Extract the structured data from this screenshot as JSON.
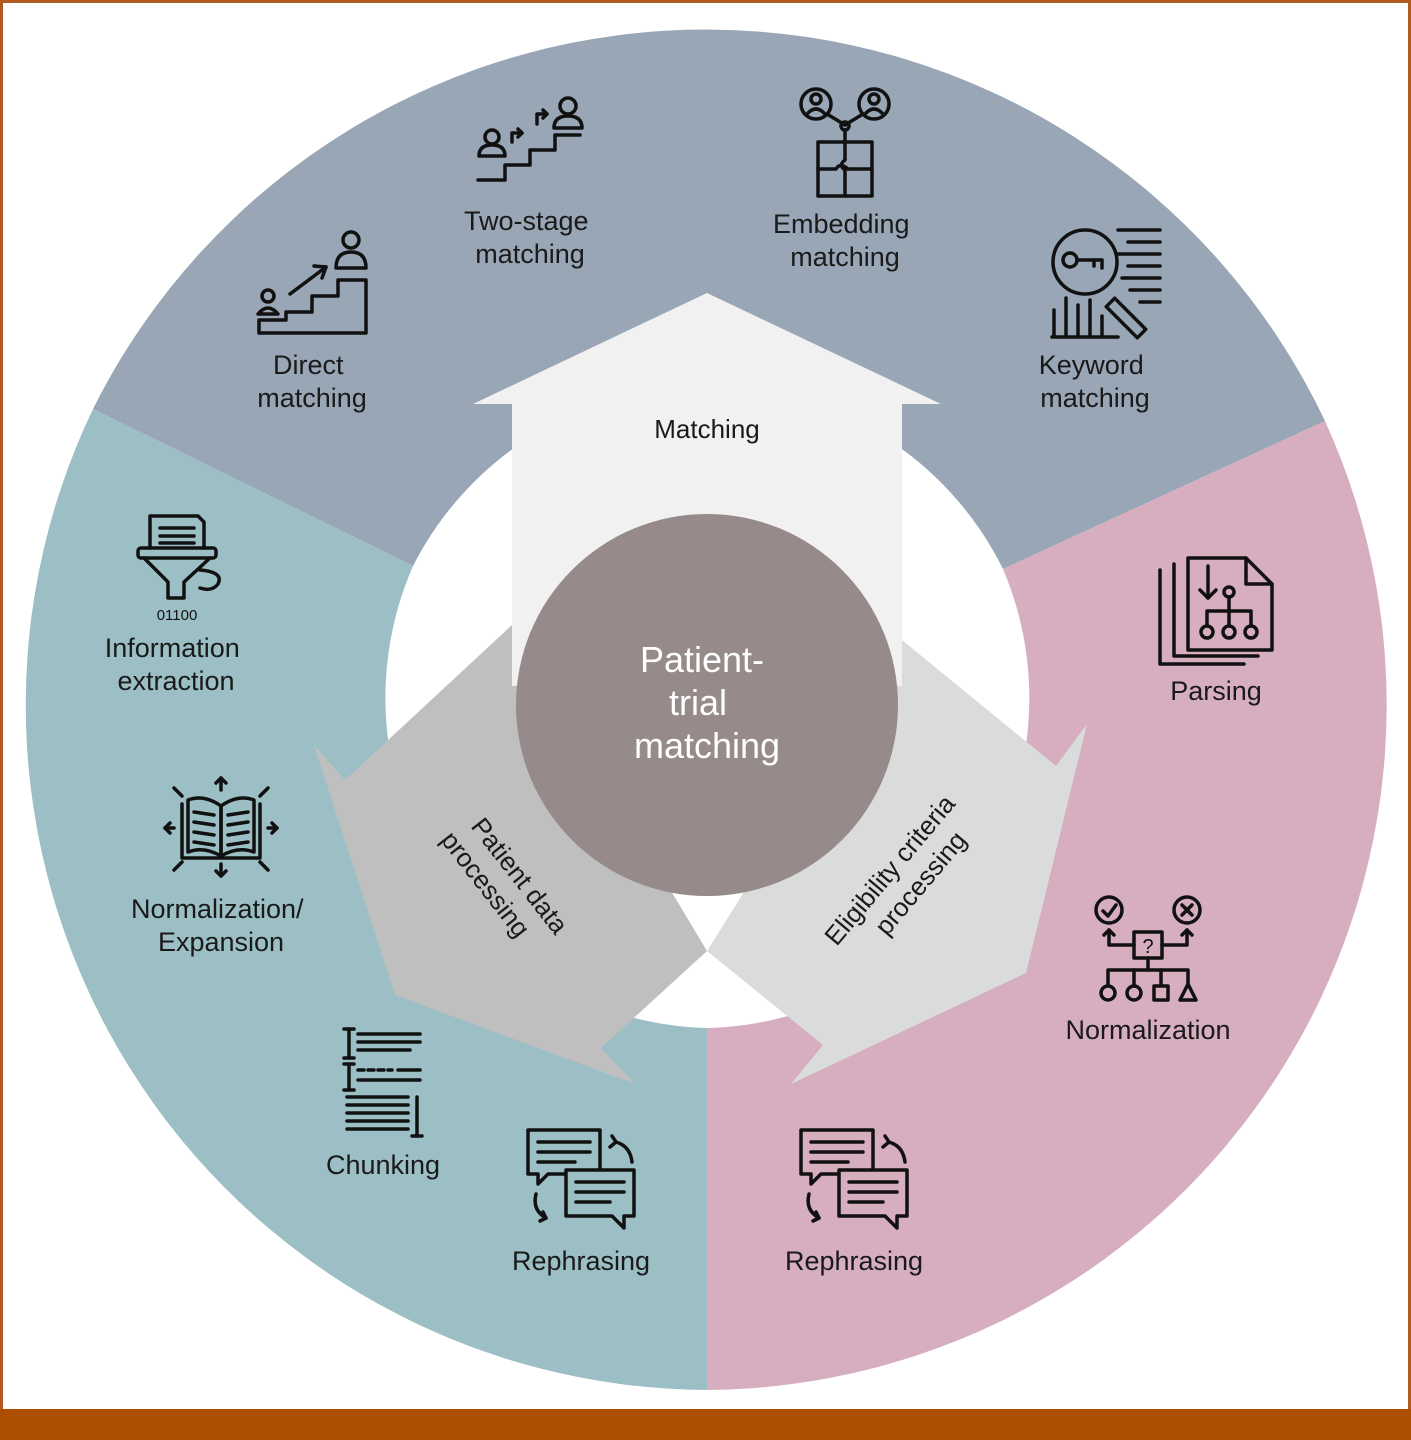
{
  "center": {
    "lines": [
      "Patient-",
      "trial",
      "matching"
    ]
  },
  "arrows": {
    "matching": "Matching",
    "patient": [
      "Patient data",
      "processing"
    ],
    "eligibility": [
      "Eligibility criteria",
      "processing"
    ]
  },
  "segments": {
    "matching": {
      "color": "#98a6b6",
      "items": [
        {
          "icon": "stairs-arrow-person-icon",
          "lines": [
            "Direct",
            "matching"
          ]
        },
        {
          "icon": "two-step-stairs-icon",
          "lines": [
            "Two-stage",
            "matching"
          ]
        },
        {
          "icon": "people-puzzle-icon",
          "lines": [
            "Embedding",
            "matching"
          ]
        },
        {
          "icon": "key-magnifier-icon",
          "lines": [
            "Keyword",
            "matching"
          ]
        }
      ]
    },
    "patient": {
      "color": "#9bbfc5",
      "items": [
        {
          "icon": "document-funnel-binary-icon",
          "lines": [
            "Information",
            "extraction"
          ]
        },
        {
          "icon": "open-book-expand-icon",
          "lines": [
            "Normalization/",
            "Expansion"
          ]
        },
        {
          "icon": "text-chunks-icon",
          "lines": [
            "Chunking"
          ]
        },
        {
          "icon": "chat-bubbles-cycle-icon",
          "lines": [
            "Rephrasing"
          ]
        }
      ]
    },
    "eligibility": {
      "color": "#d6aec0",
      "items": [
        {
          "icon": "document-hierarchy-icon",
          "lines": [
            "Parsing"
          ]
        },
        {
          "icon": "decision-tree-icon",
          "lines": [
            "Normalization"
          ]
        },
        {
          "icon": "chat-bubbles-cycle-icon",
          "lines": [
            "Rephrasing"
          ]
        }
      ]
    }
  },
  "colors": {
    "center": "#968b8a",
    "frame": "#b05c1f",
    "bottom_bar": "#ad4f00",
    "matching_arrow": "#f1f1f1",
    "patient_arrow": "#bfbfbf",
    "eligibility_arrow": "#dadcdc"
  }
}
